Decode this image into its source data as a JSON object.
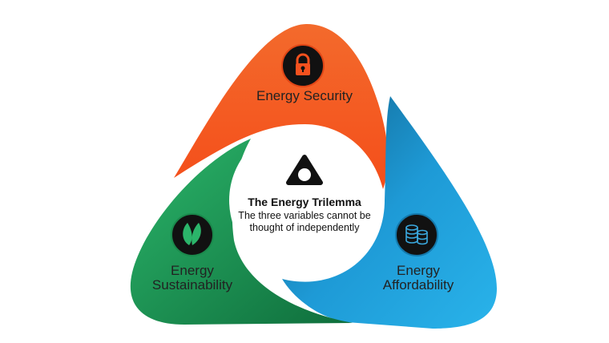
{
  "center": {
    "title": "The Energy Trilemma",
    "subtitle_line1": "The three variables cannot be",
    "subtitle_line2": "thought of independently"
  },
  "pillars": [
    {
      "line1": "Energy Security",
      "line2": "",
      "icon": "lock-icon",
      "color": "#f4511e"
    },
    {
      "line1": "Energy",
      "line2": "Sustainability",
      "icon": "leaf-icon",
      "color": "#1fa15a"
    },
    {
      "line1": "Energy",
      "line2": "Affordability",
      "icon": "coins-icon",
      "color": "#1e9ad6"
    }
  ]
}
